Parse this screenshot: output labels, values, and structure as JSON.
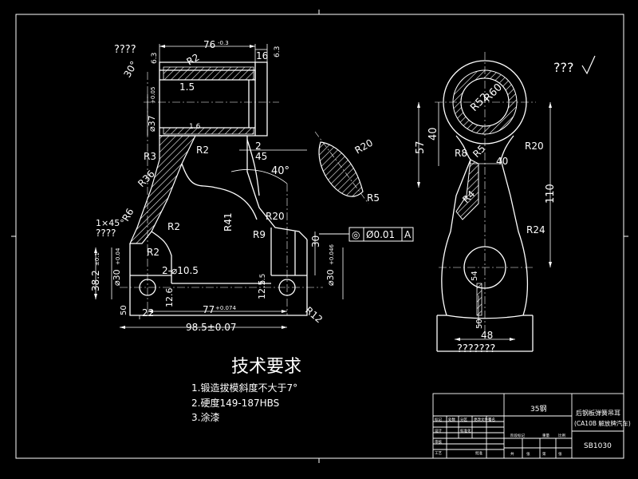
{
  "colors": {
    "background": "#000000",
    "line": "#ffffff",
    "hatch": "#ffffff"
  },
  "drawing": {
    "left_view": {
      "dims": {
        "overall_width": "76",
        "overall_tol": "-0.3",
        "top_width": "16",
        "top_flat": "6.3",
        "chamfer": "30°",
        "dim_15": "1.5",
        "bore_37": "⌀37",
        "bore_37_tol": "+0.05",
        "r2_top": "R2",
        "r3": "R3",
        "r2_mid": "R2",
        "r36": "R36",
        "r6": "R6",
        "r2_low": "R2",
        "r2_bottom": "R2",
        "r41": "R41",
        "r9": "R9",
        "r20_side": "R20",
        "r5": "R5",
        "r12": "R12",
        "angle_40": "40°",
        "dim_2": "2",
        "dim_45": "45",
        "dim_16": "1.6",
        "chamfer_1x45": "1×45°",
        "dia_105": "2-⌀10.5",
        "dim_382": "38.2",
        "dim_382_tol": "±0.1",
        "bore_30_left": "⌀30",
        "bore_30_left_tol": "+0.04",
        "bore_30_right": "⌀30",
        "bore_30_right_tol": "+0.046",
        "dim_30": "30",
        "dim_126": "12.6",
        "dim_125": "12.5",
        "dim_50": "50",
        "dim_22": "22",
        "dim_77": "77",
        "dim_77_tol": "+0.074",
        "dim_985": "98.5±0.07",
        "surface_mark_left": "????",
        "surface_mark_mid": "????",
        "dim_63": "6.3",
        "dim_bot_25": "2.5"
      },
      "tolerance_frame": {
        "symbol": "◎",
        "value": "Ø0.01",
        "datum": "A"
      }
    },
    "right_view": {
      "dims": {
        "r52": "R52",
        "r60": "R60",
        "r8": "R8",
        "r5": "R5",
        "r20": "R20",
        "r4": "R4",
        "r24": "R24",
        "d40_v": "40",
        "d57": "57",
        "d40_h": "40",
        "d110": "110",
        "d54": "54",
        "d50": "50",
        "d48": "48",
        "bottom_mark": "???????",
        "roughness_mark": "???"
      }
    }
  },
  "notes": {
    "title": "技术要求",
    "items": [
      "1.锻造拔模斜度不大于7°",
      "2.硬度149-187HBS",
      "3.涂漆"
    ]
  },
  "title_block": {
    "material": "35钢",
    "part_name_line1": "后钢板弹簧吊耳",
    "part_name_line2": "(CA10B 解放牌汽车)",
    "drawing_no": "SB1030",
    "small_cells": [
      "标记",
      "处数",
      "分区",
      "更改文件号",
      "签名",
      "年月日",
      "设计",
      "标准化",
      "阶段标记",
      "重量",
      "比例",
      "审核",
      "工艺",
      "批准",
      "共",
      "张",
      "第",
      "张"
    ]
  }
}
